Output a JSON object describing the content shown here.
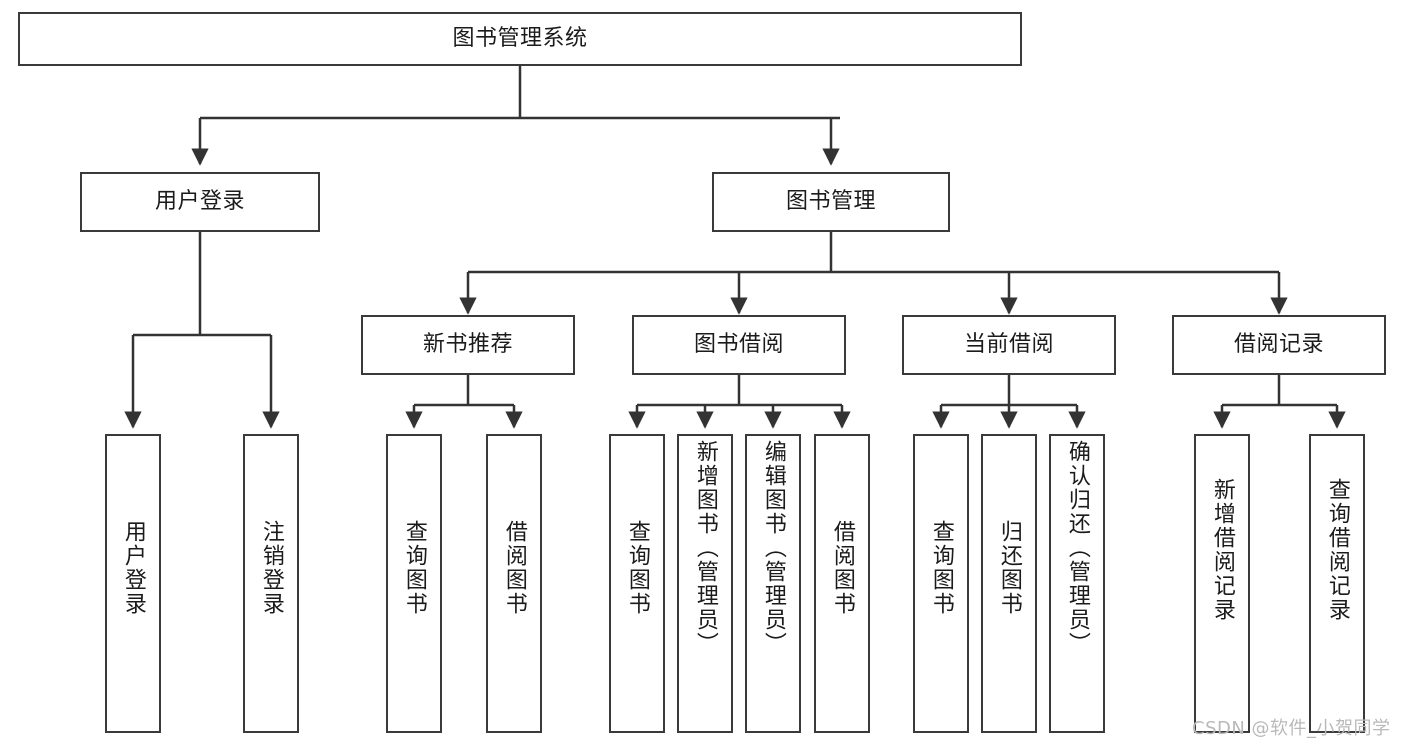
{
  "diagram": {
    "title": "图书管理系统",
    "type": "tree",
    "watermark": "CSDN @软件_小贺同学",
    "colors": {
      "border": "#3a3a3a",
      "background": "#ffffff",
      "text": "#1b1b1b",
      "watermark": "#b9b9b9"
    },
    "nodes": {
      "root": {
        "label": "图书管理系统"
      },
      "level1": [
        {
          "id": "user-login",
          "label": "用户登录"
        },
        {
          "id": "book-manage",
          "label": "图书管理"
        }
      ],
      "level2": [
        {
          "id": "new-book-recommend",
          "label": "新书推荐"
        },
        {
          "id": "book-borrow",
          "label": "图书借阅"
        },
        {
          "id": "current-borrow",
          "label": "当前借阅"
        },
        {
          "id": "borrow-record",
          "label": "借阅记录"
        }
      ],
      "leaves": [
        {
          "id": "leaf-user-login",
          "label": "用户登录",
          "parent": "user-login"
        },
        {
          "id": "leaf-logout",
          "label": "注销登录",
          "parent": "user-login"
        },
        {
          "id": "leaf-query-book-1",
          "label": "查询图书",
          "parent": "new-book-recommend"
        },
        {
          "id": "leaf-borrow-book-1",
          "label": "借阅图书",
          "parent": "new-book-recommend"
        },
        {
          "id": "leaf-query-book-2",
          "label": "查询图书",
          "parent": "book-borrow"
        },
        {
          "id": "leaf-add-book",
          "label": "新增图书（管理员）",
          "parent": "book-borrow"
        },
        {
          "id": "leaf-edit-book",
          "label": "编辑图书（管理员）",
          "parent": "book-borrow"
        },
        {
          "id": "leaf-borrow-book-2",
          "label": "借阅图书",
          "parent": "book-borrow"
        },
        {
          "id": "leaf-query-book-3",
          "label": "查询图书",
          "parent": "current-borrow"
        },
        {
          "id": "leaf-return-book",
          "label": "归还图书",
          "parent": "current-borrow"
        },
        {
          "id": "leaf-confirm-return",
          "label": "确认归还（管理员）",
          "parent": "current-borrow"
        },
        {
          "id": "leaf-add-record",
          "label": "新增借阅记录",
          "parent": "borrow-record"
        },
        {
          "id": "leaf-query-record",
          "label": "查询借阅记录",
          "parent": "borrow-record"
        }
      ]
    }
  }
}
